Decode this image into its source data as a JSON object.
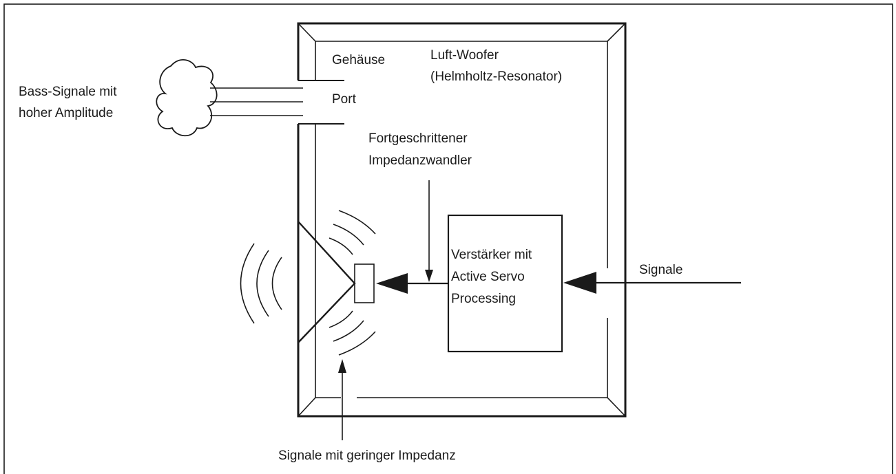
{
  "labels": {
    "gehaeuse": "Gehäuse",
    "woofer_line1": "Luft-Woofer",
    "woofer_line2": "(Helmholtz-Resonator)",
    "bass_line1": "Bass-Signale mit",
    "bass_line2": "hoher Amplitude",
    "port": "Port",
    "transducer_line1": "Fortgeschrittener",
    "transducer_line2": "Impedanzwandler",
    "amp_line1": "Verstärker mit",
    "amp_line2": "Active Servo",
    "amp_line3": "Processing",
    "signale": "Signale",
    "low_impedance": "Signale mit geringer Impedanz"
  },
  "colors": {
    "ink": "#1a1a1a",
    "background": "#ffffff"
  }
}
